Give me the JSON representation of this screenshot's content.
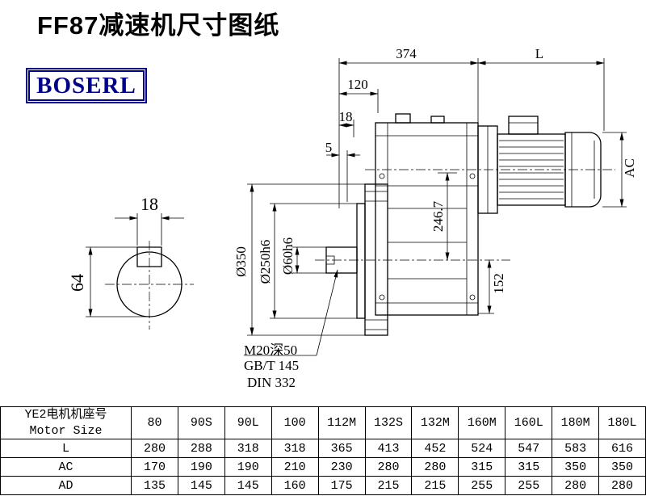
{
  "page": {
    "title": "FF87减速机尺寸图纸",
    "brand": "BOSERL",
    "brand_color": "#00008B",
    "line_color": "#000000",
    "background_color": "#ffffff"
  },
  "shaft_view": {
    "key_width": "18",
    "height_over_key": "64"
  },
  "main_view": {
    "dims": {
      "housing_width": "374",
      "motor_length": "L",
      "dim_120": "120",
      "dim_18": "18",
      "dim_5": "5",
      "center_height": "246.7",
      "motor_diameter": "AC",
      "foot_height": "152",
      "flange_diameter": "Ø350",
      "spigot_diameter": "Ø250h6",
      "shaft_diameter": "Ø60h6"
    },
    "notes": [
      "M20深50",
      "GB/T 145",
      "DIN 332"
    ]
  },
  "table": {
    "header_label": "YE2电机机座号\nMotor Size",
    "sizes": [
      "80",
      "90S",
      "90L",
      "100",
      "112M",
      "132S",
      "132M",
      "160M",
      "160L",
      "180M",
      "180L"
    ],
    "rows": [
      {
        "label": "L",
        "values": [
          "280",
          "288",
          "318",
          "318",
          "365",
          "413",
          "452",
          "524",
          "547",
          "583",
          "616"
        ]
      },
      {
        "label": "AC",
        "values": [
          "170",
          "190",
          "190",
          "210",
          "230",
          "280",
          "280",
          "315",
          "315",
          "350",
          "350"
        ]
      },
      {
        "label": "AD",
        "values": [
          "135",
          "145",
          "145",
          "160",
          "175",
          "215",
          "215",
          "255",
          "255",
          "280",
          "280"
        ]
      }
    ]
  }
}
